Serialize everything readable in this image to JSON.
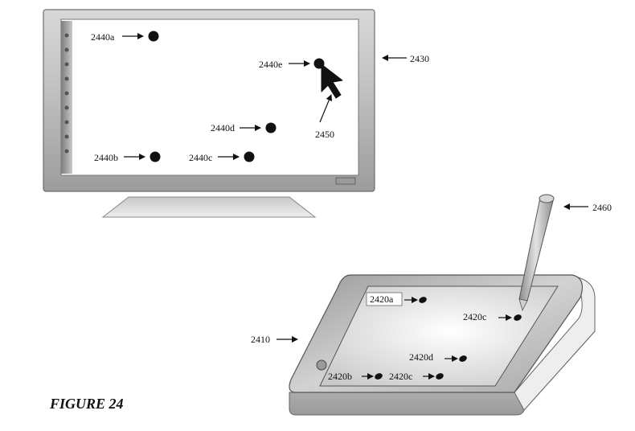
{
  "figure_title": "FIGURE 24",
  "display": {
    "ref": "2430",
    "cursor_ref": "2450",
    "points": [
      {
        "id": "2440a"
      },
      {
        "id": "2440b"
      },
      {
        "id": "2440c"
      },
      {
        "id": "2440d"
      },
      {
        "id": "2440e"
      }
    ]
  },
  "tablet": {
    "ref": "2410",
    "stylus_ref": "2460",
    "points": [
      {
        "id": "2420a"
      },
      {
        "id": "2420c"
      },
      {
        "id": "2420d"
      },
      {
        "id": "2420b"
      },
      {
        "id": "2420c"
      }
    ]
  },
  "colors": {
    "ink": "#111111",
    "frame": "#b5b5b5",
    "screen": "#ffffff"
  }
}
